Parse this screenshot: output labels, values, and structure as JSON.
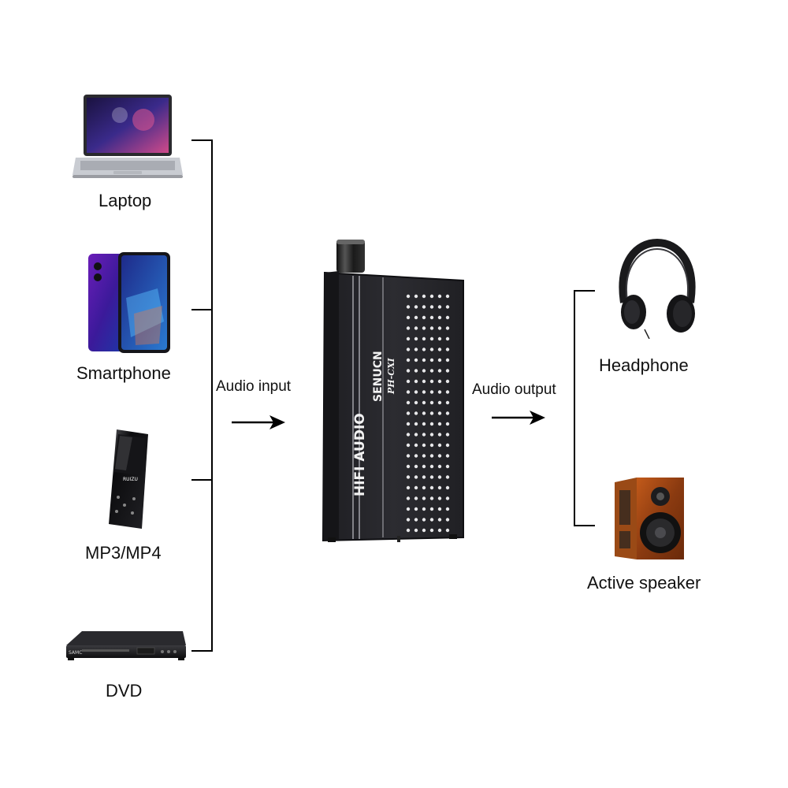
{
  "diagram": {
    "inputs": [
      {
        "label": "Laptop",
        "icon": "laptop-icon"
      },
      {
        "label": "Smartphone",
        "icon": "smartphone-icon"
      },
      {
        "label": "MP3/MP4",
        "icon": "mp3-player-icon"
      },
      {
        "label": "DVD",
        "icon": "dvd-player-icon"
      }
    ],
    "outputs": [
      {
        "label": "Headphone",
        "icon": "headphone-icon"
      },
      {
        "label": "Active speaker",
        "icon": "speaker-icon"
      }
    ],
    "input_arrow_label": "Audio input",
    "output_arrow_label": "Audio output",
    "amplifier": {
      "brand": "SENUCN",
      "model": "PH-CXI",
      "side_text": "HIFI AUDIO",
      "icon": "amplifier-icon"
    },
    "dvd_front_logo": "SAMC",
    "mp3_logo": "RUIZU"
  }
}
